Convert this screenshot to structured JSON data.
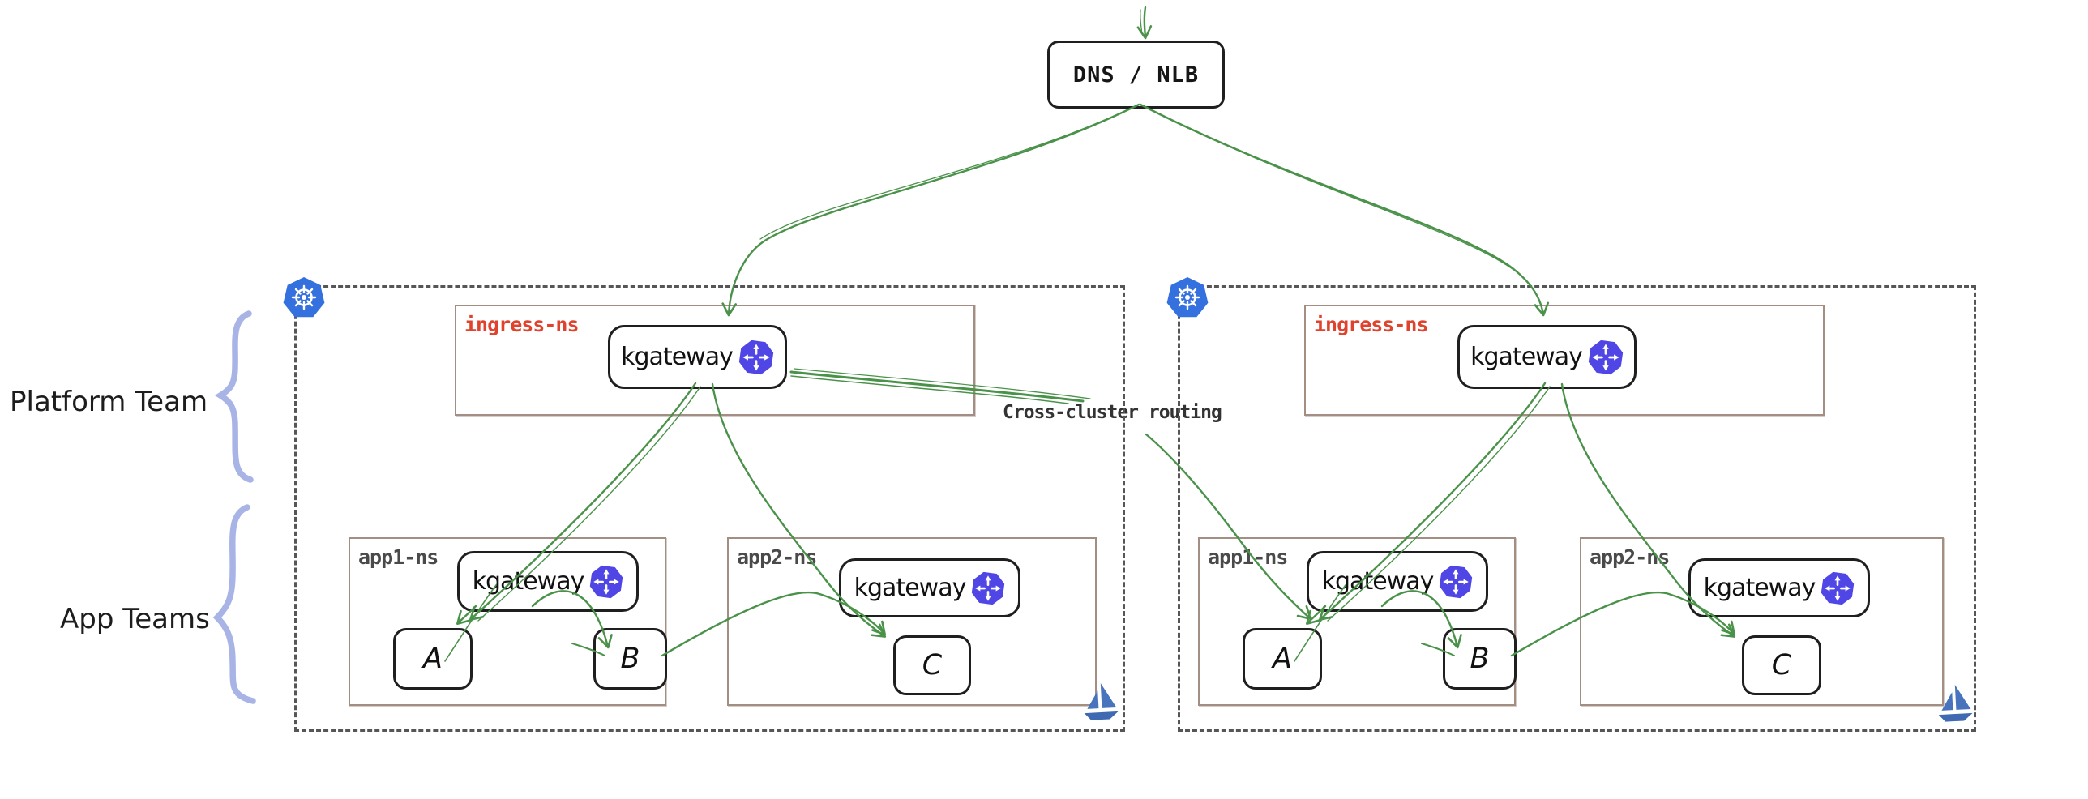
{
  "diagram": {
    "title_hint": "kgateway multi-cluster routing diagram",
    "dns": {
      "label": "DNS / NLB"
    },
    "annotations": {
      "platform_team": "Platform Team",
      "app_teams": "App Teams",
      "cross_cluster": "Cross-cluster routing"
    },
    "clusters": [
      {
        "name": "cluster-left",
        "ingress_namespace": {
          "label": "ingress-ns",
          "gateway_label": "kgateway"
        },
        "app_namespaces": [
          {
            "label": "app1-ns",
            "gateway_label": "kgateway",
            "services": [
              "A",
              "B"
            ]
          },
          {
            "label": "app2-ns",
            "gateway_label": "kgateway",
            "services": [
              "C"
            ]
          }
        ]
      },
      {
        "name": "cluster-right",
        "ingress_namespace": {
          "label": "ingress-ns",
          "gateway_label": "kgateway"
        },
        "app_namespaces": [
          {
            "label": "app1-ns",
            "gateway_label": "kgateway",
            "services": [
              "A",
              "B"
            ]
          },
          {
            "label": "app2-ns",
            "gateway_label": "kgateway",
            "services": [
              "C"
            ]
          }
        ]
      }
    ],
    "edges": [
      {
        "from": "internet",
        "to": "dns-nlb"
      },
      {
        "from": "dns-nlb",
        "to": "cluster-left.ingress-ns.kgateway"
      },
      {
        "from": "dns-nlb",
        "to": "cluster-right.ingress-ns.kgateway"
      },
      {
        "from": "cluster-left.ingress-ns.kgateway",
        "to": "cluster-left.app1-ns.A"
      },
      {
        "from": "cluster-left.ingress-ns.kgateway",
        "to": "cluster-left.app2-ns.C"
      },
      {
        "from": "cluster-left.app1-ns.kgateway",
        "to": "cluster-left.app1-ns.A"
      },
      {
        "from": "cluster-left.app1-ns.kgateway",
        "to": "cluster-left.app1-ns.B"
      },
      {
        "from": "cluster-left.app1-ns.B",
        "to": "cluster-left.app2-ns.C"
      },
      {
        "from": "cluster-left.ingress-ns.kgateway",
        "to": "cluster-right.app1-ns.A",
        "label": "Cross-cluster routing"
      },
      {
        "from": "cluster-right.ingress-ns.kgateway",
        "to": "cluster-right.app1-ns.A"
      },
      {
        "from": "cluster-right.ingress-ns.kgateway",
        "to": "cluster-right.app2-ns.C"
      },
      {
        "from": "cluster-right.app1-ns.kgateway",
        "to": "cluster-right.app1-ns.A"
      },
      {
        "from": "cluster-right.app1-ns.kgateway",
        "to": "cluster-right.app1-ns.B"
      },
      {
        "from": "cluster-right.app1-ns.B",
        "to": "cluster-right.app2-ns.C"
      }
    ],
    "icons": {
      "kubernetes": "blue heptagon with white ship wheel",
      "kgateway": "indigo octagon with four outward white arrows",
      "sailboat": "blue sailboat at cluster bottom-right corner"
    },
    "colors": {
      "arrow_green": "#4a924a",
      "namespace_border": "#a28e82",
      "ingress_label_red": "#e0432d",
      "app_label_gray": "#4a4a4a",
      "brace_lavender": "#a9b4e6",
      "kubernetes_blue": "#3570df",
      "kgateway_indigo": "#4f46e5",
      "sailboat_blue": "#4874bd",
      "cluster_dash_gray": "#565656"
    }
  }
}
